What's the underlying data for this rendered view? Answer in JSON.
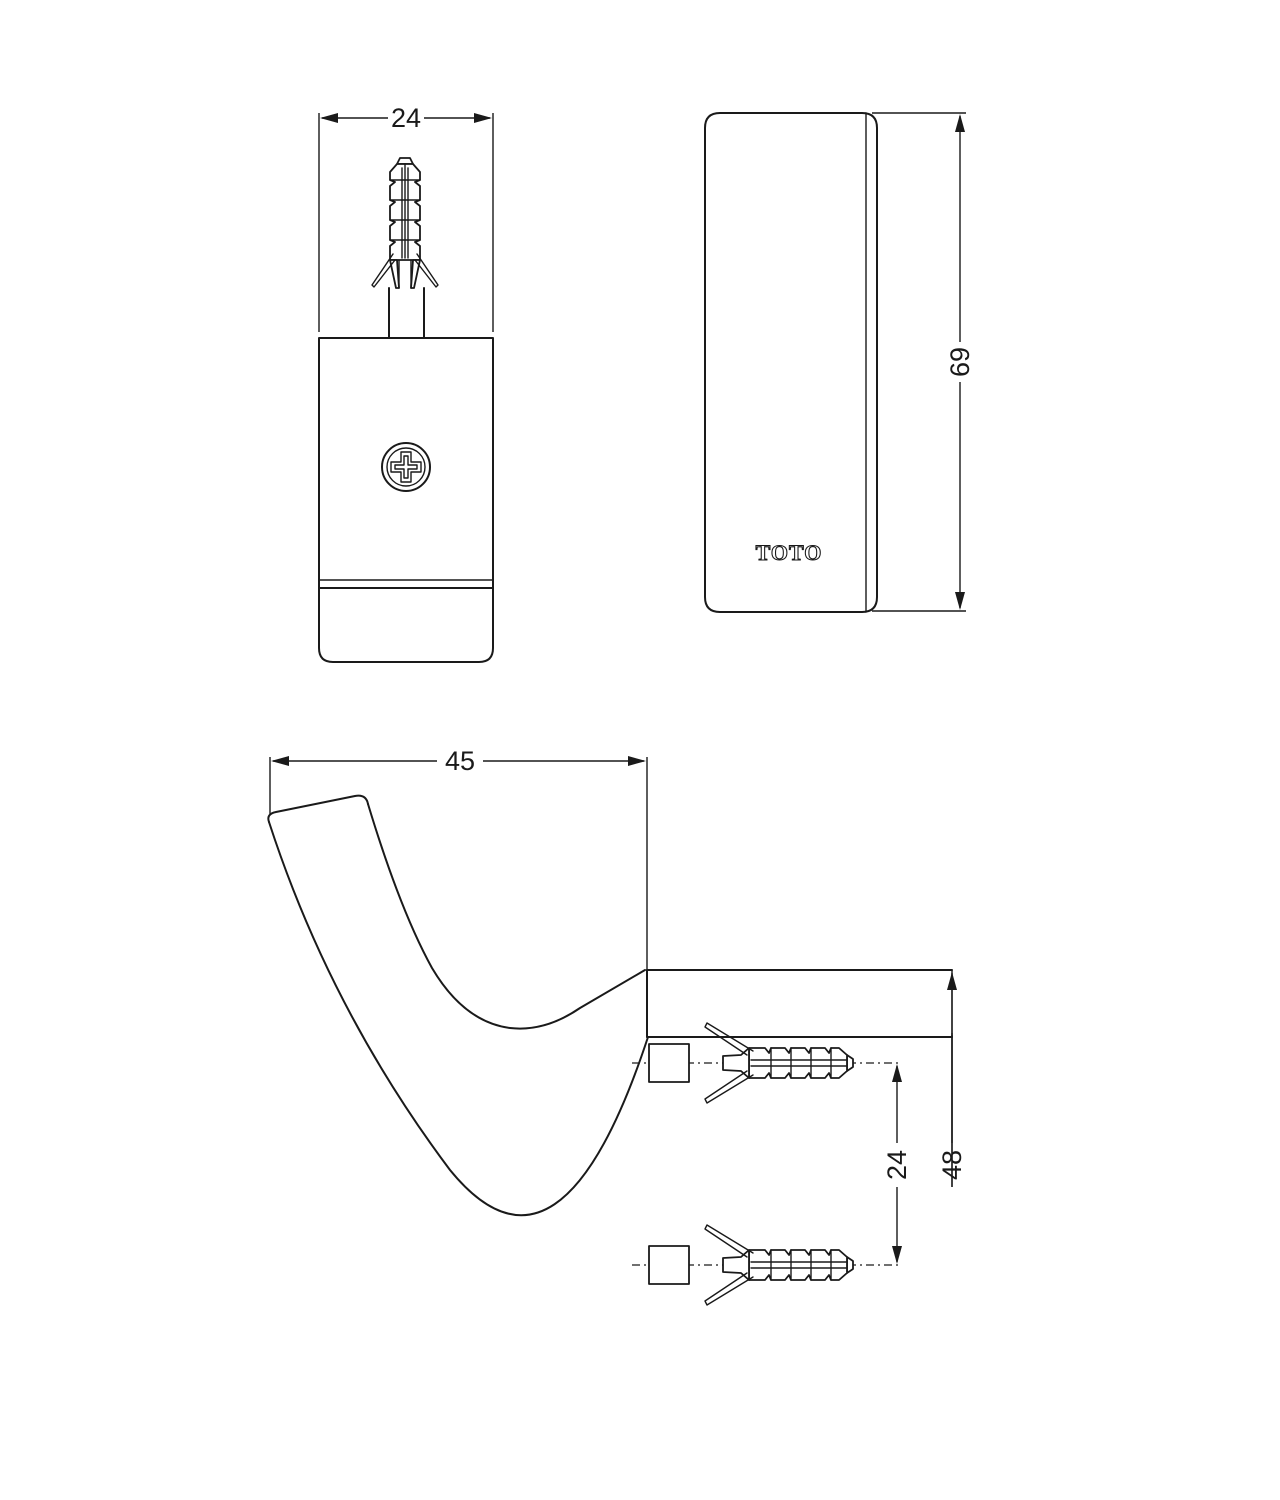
{
  "dimensions": {
    "front_width": "24",
    "side_height": "69",
    "hook_depth": "45",
    "plug_spacing": "24",
    "base_height": "48"
  },
  "brand": {
    "logo_text": "TOTO"
  },
  "colors": {
    "line": "#1a1a1a",
    "background": "#ffffff"
  },
  "icons": {
    "screw": "phillips-screw-icon",
    "anchor": "wall-plug-icon"
  }
}
